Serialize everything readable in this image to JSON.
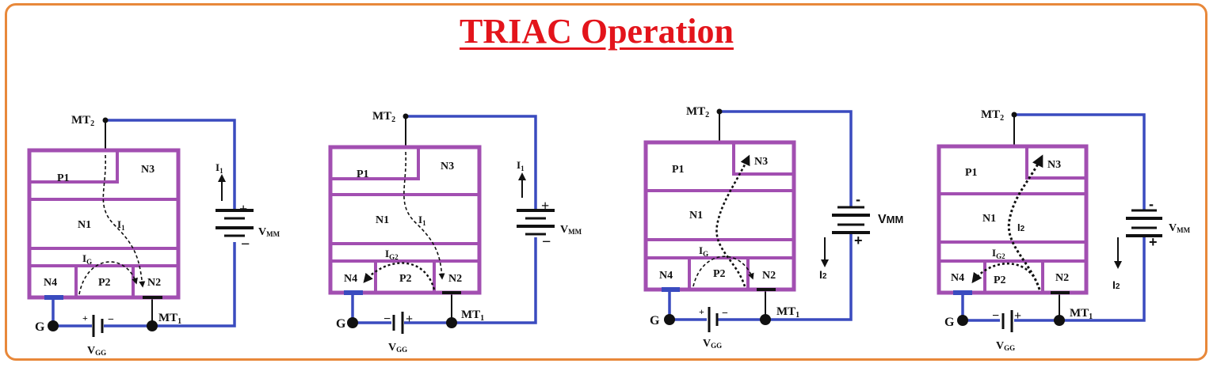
{
  "title": "TRIAC Operation",
  "colors": {
    "title": "#e3141b",
    "frame": "#e8883a",
    "device_outline": "#a24fb1",
    "wire": "#3a4bbf",
    "text": "#111111"
  },
  "diagrams": [
    {
      "terminal_top": "MT",
      "terminal_top_sub": "2",
      "terminal_bottom": "MT",
      "terminal_bottom_sub": "1",
      "gate": "G",
      "regions": {
        "p1": "P1",
        "n1": "N1",
        "n3": "N3",
        "n4": "N4",
        "p2": "P2",
        "n2": "N2"
      },
      "flow_label": "I",
      "flow_label_sub": "1",
      "gate_current": "I",
      "gate_current_sub": "G",
      "supply": "V",
      "supply_sub": "MM",
      "supply_plus": "+",
      "supply_minus": "−",
      "supply_current": "I",
      "supply_current_sub": "1",
      "gate_supply": "V",
      "gate_supply_sub": "GG",
      "gate_plus": "+",
      "gate_minus": "−"
    },
    {
      "terminal_top": "MT",
      "terminal_top_sub": "2",
      "terminal_bottom": "MT",
      "terminal_bottom_sub": "1",
      "gate": "G",
      "regions": {
        "p1": "P1",
        "n1": "N1",
        "n3": "N3",
        "n4": "N4",
        "p2": "P2",
        "n2": "N2"
      },
      "flow_label": "I",
      "flow_label_sub": "1",
      "gate_current": "I",
      "gate_current_sub": "G2",
      "supply": "V",
      "supply_sub": "MM",
      "supply_plus": "+",
      "supply_minus": "−",
      "supply_current": "I",
      "supply_current_sub": "1",
      "gate_supply": "V",
      "gate_supply_sub": "GG",
      "gate_plus": "+",
      "gate_minus": "−"
    },
    {
      "terminal_top": "MT",
      "terminal_top_sub": "2",
      "terminal_bottom": "MT",
      "terminal_bottom_sub": "1",
      "gate": "G",
      "regions": {
        "p1": "P1",
        "n1": "N1",
        "n3": "N3",
        "n4": "N4",
        "p2": "P2",
        "n2": "N2"
      },
      "gate_current": "I",
      "gate_current_sub": "G",
      "supply": "V",
      "supply_sub": "MM",
      "supply_plus": "+",
      "supply_minus": "-",
      "supply_current": "I",
      "supply_current_sub": "2",
      "gate_supply": "V",
      "gate_supply_sub": "GG",
      "gate_plus": "+",
      "gate_minus": "−"
    },
    {
      "terminal_top": "MT",
      "terminal_top_sub": "2",
      "terminal_bottom": "MT",
      "terminal_bottom_sub": "1",
      "gate": "G",
      "regions": {
        "p1": "P1",
        "n1": "N1",
        "n3": "N3",
        "n4": "N4",
        "p2": "P2",
        "n2": "N2"
      },
      "flow_label": "I",
      "flow_label_sub": "2",
      "gate_current": "I",
      "gate_current_sub": "G2",
      "supply": "V",
      "supply_sub": "MM",
      "supply_plus": "+",
      "supply_minus": "-",
      "supply_current": "I",
      "supply_current_sub": "2",
      "gate_supply": "V",
      "gate_supply_sub": "GG",
      "gate_plus": "+",
      "gate_minus": "−"
    }
  ]
}
